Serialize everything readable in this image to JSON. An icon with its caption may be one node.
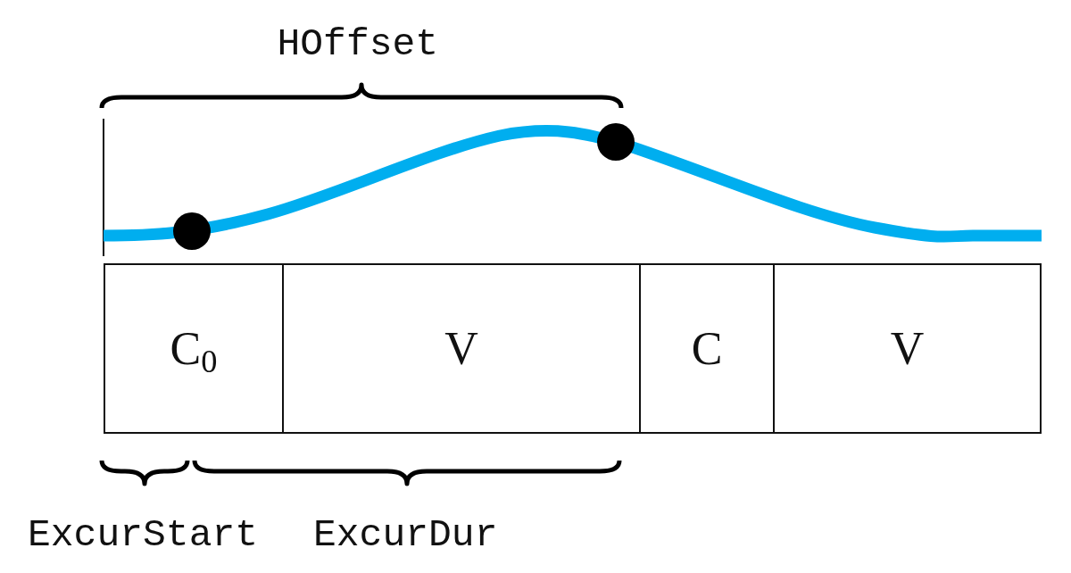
{
  "diagram": {
    "nodes": [
      {
        "text": [
          "C$_{0}$"
        ]
      },
      {
        "text": [
          "V"
        ]
      },
      {
        "text": [
          "C"
        ]
      },
      {
        "text": [
          "V"
        ]
      }
    ],
    "labels": [
      "HOffset",
      "ExcurStart",
      "ExcurDur"
    ]
  }
}
